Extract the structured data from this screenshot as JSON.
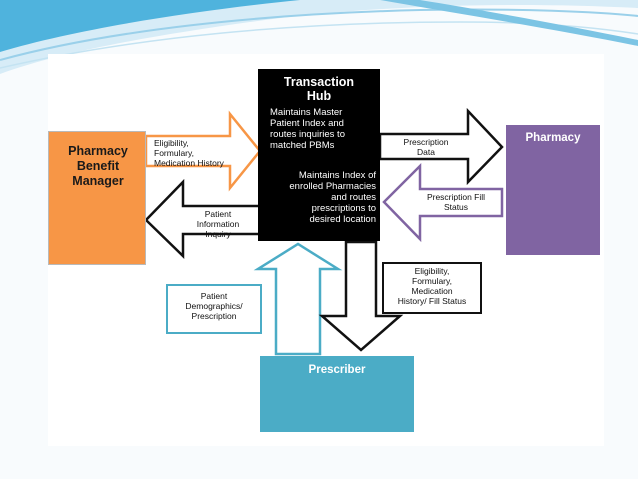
{
  "nodes": {
    "pbm": {
      "label_line1": "Pharmacy",
      "label_line2": "Benefit",
      "label_line3": "Manager"
    },
    "hub": {
      "title_line1": "Transaction",
      "title_line2": "Hub",
      "text1_lines": [
        "Maintains Master",
        "Patient Index and",
        "routes inquiries to",
        "matched PBMs"
      ],
      "text2_lines": [
        "Maintains Index of",
        "enrolled Pharmacies",
        "and routes",
        "prescriptions to",
        "desired location"
      ]
    },
    "pharmacy": {
      "label": "Pharmacy"
    },
    "prescriber": {
      "label": "Prescriber"
    }
  },
  "flows": {
    "pbm_to_hub": [
      "Eligibility,",
      "Formulary,",
      "Medication History"
    ],
    "hub_to_pbm": [
      "Patient",
      "Information",
      "Inquiry"
    ],
    "hub_to_pharmacy": [
      "Prescription",
      "Data"
    ],
    "pharmacy_to_hub": [
      "Prescription Fill",
      "Status"
    ],
    "prescriber_to_hub": [
      "Patient",
      "Demographics/",
      "Prescription"
    ],
    "hub_to_prescriber": [
      "Eligibility,",
      "Formulary,",
      "Medication",
      "History/ Fill Status"
    ]
  },
  "colors": {
    "pbm": "#f79646",
    "hub": "#000000",
    "pharmacy": "#8064a2",
    "prescriber": "#4bacc6"
  }
}
